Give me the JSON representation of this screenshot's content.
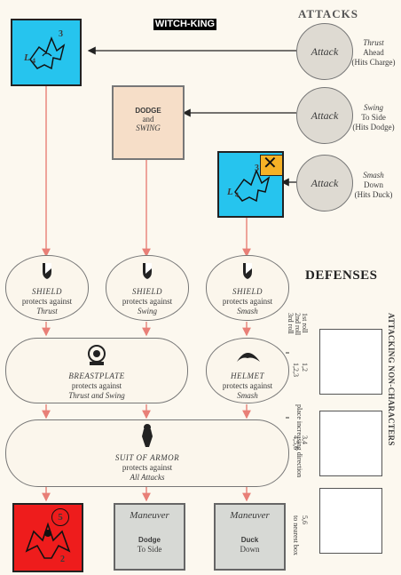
{
  "title": "WITCH-KING",
  "sections": {
    "attacks": "ATTACKS",
    "defenses": "DEFENSES"
  },
  "attacks": [
    {
      "label": "Attack",
      "line1": "Thrust",
      "line2": "Ahead",
      "line3": "(Hits Charge)"
    },
    {
      "label": "Attack",
      "line1": "Swing",
      "line2": "To Side",
      "line3": "(Hits Dodge)"
    },
    {
      "label": "Attack",
      "line1": "Smash",
      "line2": "Down",
      "line3": "(Hits Duck)"
    }
  ],
  "counters": {
    "top": {
      "number": "3",
      "letter": "L",
      "sub": "4"
    },
    "mid": {
      "number": "3",
      "letter": "L",
      "sub": "4",
      "mark": "✕"
    },
    "red": {
      "number": "5",
      "sub": "2"
    }
  },
  "dodge_box": {
    "line1": "DODGE",
    "line2": "and",
    "line3": "SWING"
  },
  "defenses": {
    "shield1": {
      "name": "SHIELD",
      "text": "protects against",
      "target": "Thrust"
    },
    "shield2": {
      "name": "SHIELD",
      "text": "protects against",
      "target": "Swing"
    },
    "shield3": {
      "name": "SHIELD",
      "text": "protects against",
      "target": "Smash"
    },
    "breastplate": {
      "name": "BREASTPLATE",
      "text": "protects against",
      "target": "Thrust and Swing"
    },
    "helmet": {
      "name": "HELMET",
      "text": "protects against",
      "target": "Smash"
    },
    "armor": {
      "name": "SUIT OF ARMOR",
      "text": "protects against",
      "target": "All Attacks"
    }
  },
  "rolls": {
    "roll_labels": [
      "1st roll",
      "2nd roll",
      "3rd roll"
    ],
    "r1": "1,2",
    "r2": "1,2,3",
    "r3": "3,4",
    "r4": "4,5,6",
    "r5": "5,6",
    "mid_note": "place increasing direction",
    "bottom_note": "to nearest box"
  },
  "attacking_label": "ATTACKING NON-CHARACTERS",
  "maneuvers": [
    {
      "title": "Maneuver",
      "line1": "Dodge",
      "line2": "To Side"
    },
    {
      "title": "Maneuver",
      "line1": "Duck",
      "line2": "Down"
    }
  ],
  "colors": {
    "counter_blue": "#26c4ee",
    "counter_red": "#ee1c1c",
    "arrow_red": "#e87f77",
    "title_bg": "#000000"
  }
}
